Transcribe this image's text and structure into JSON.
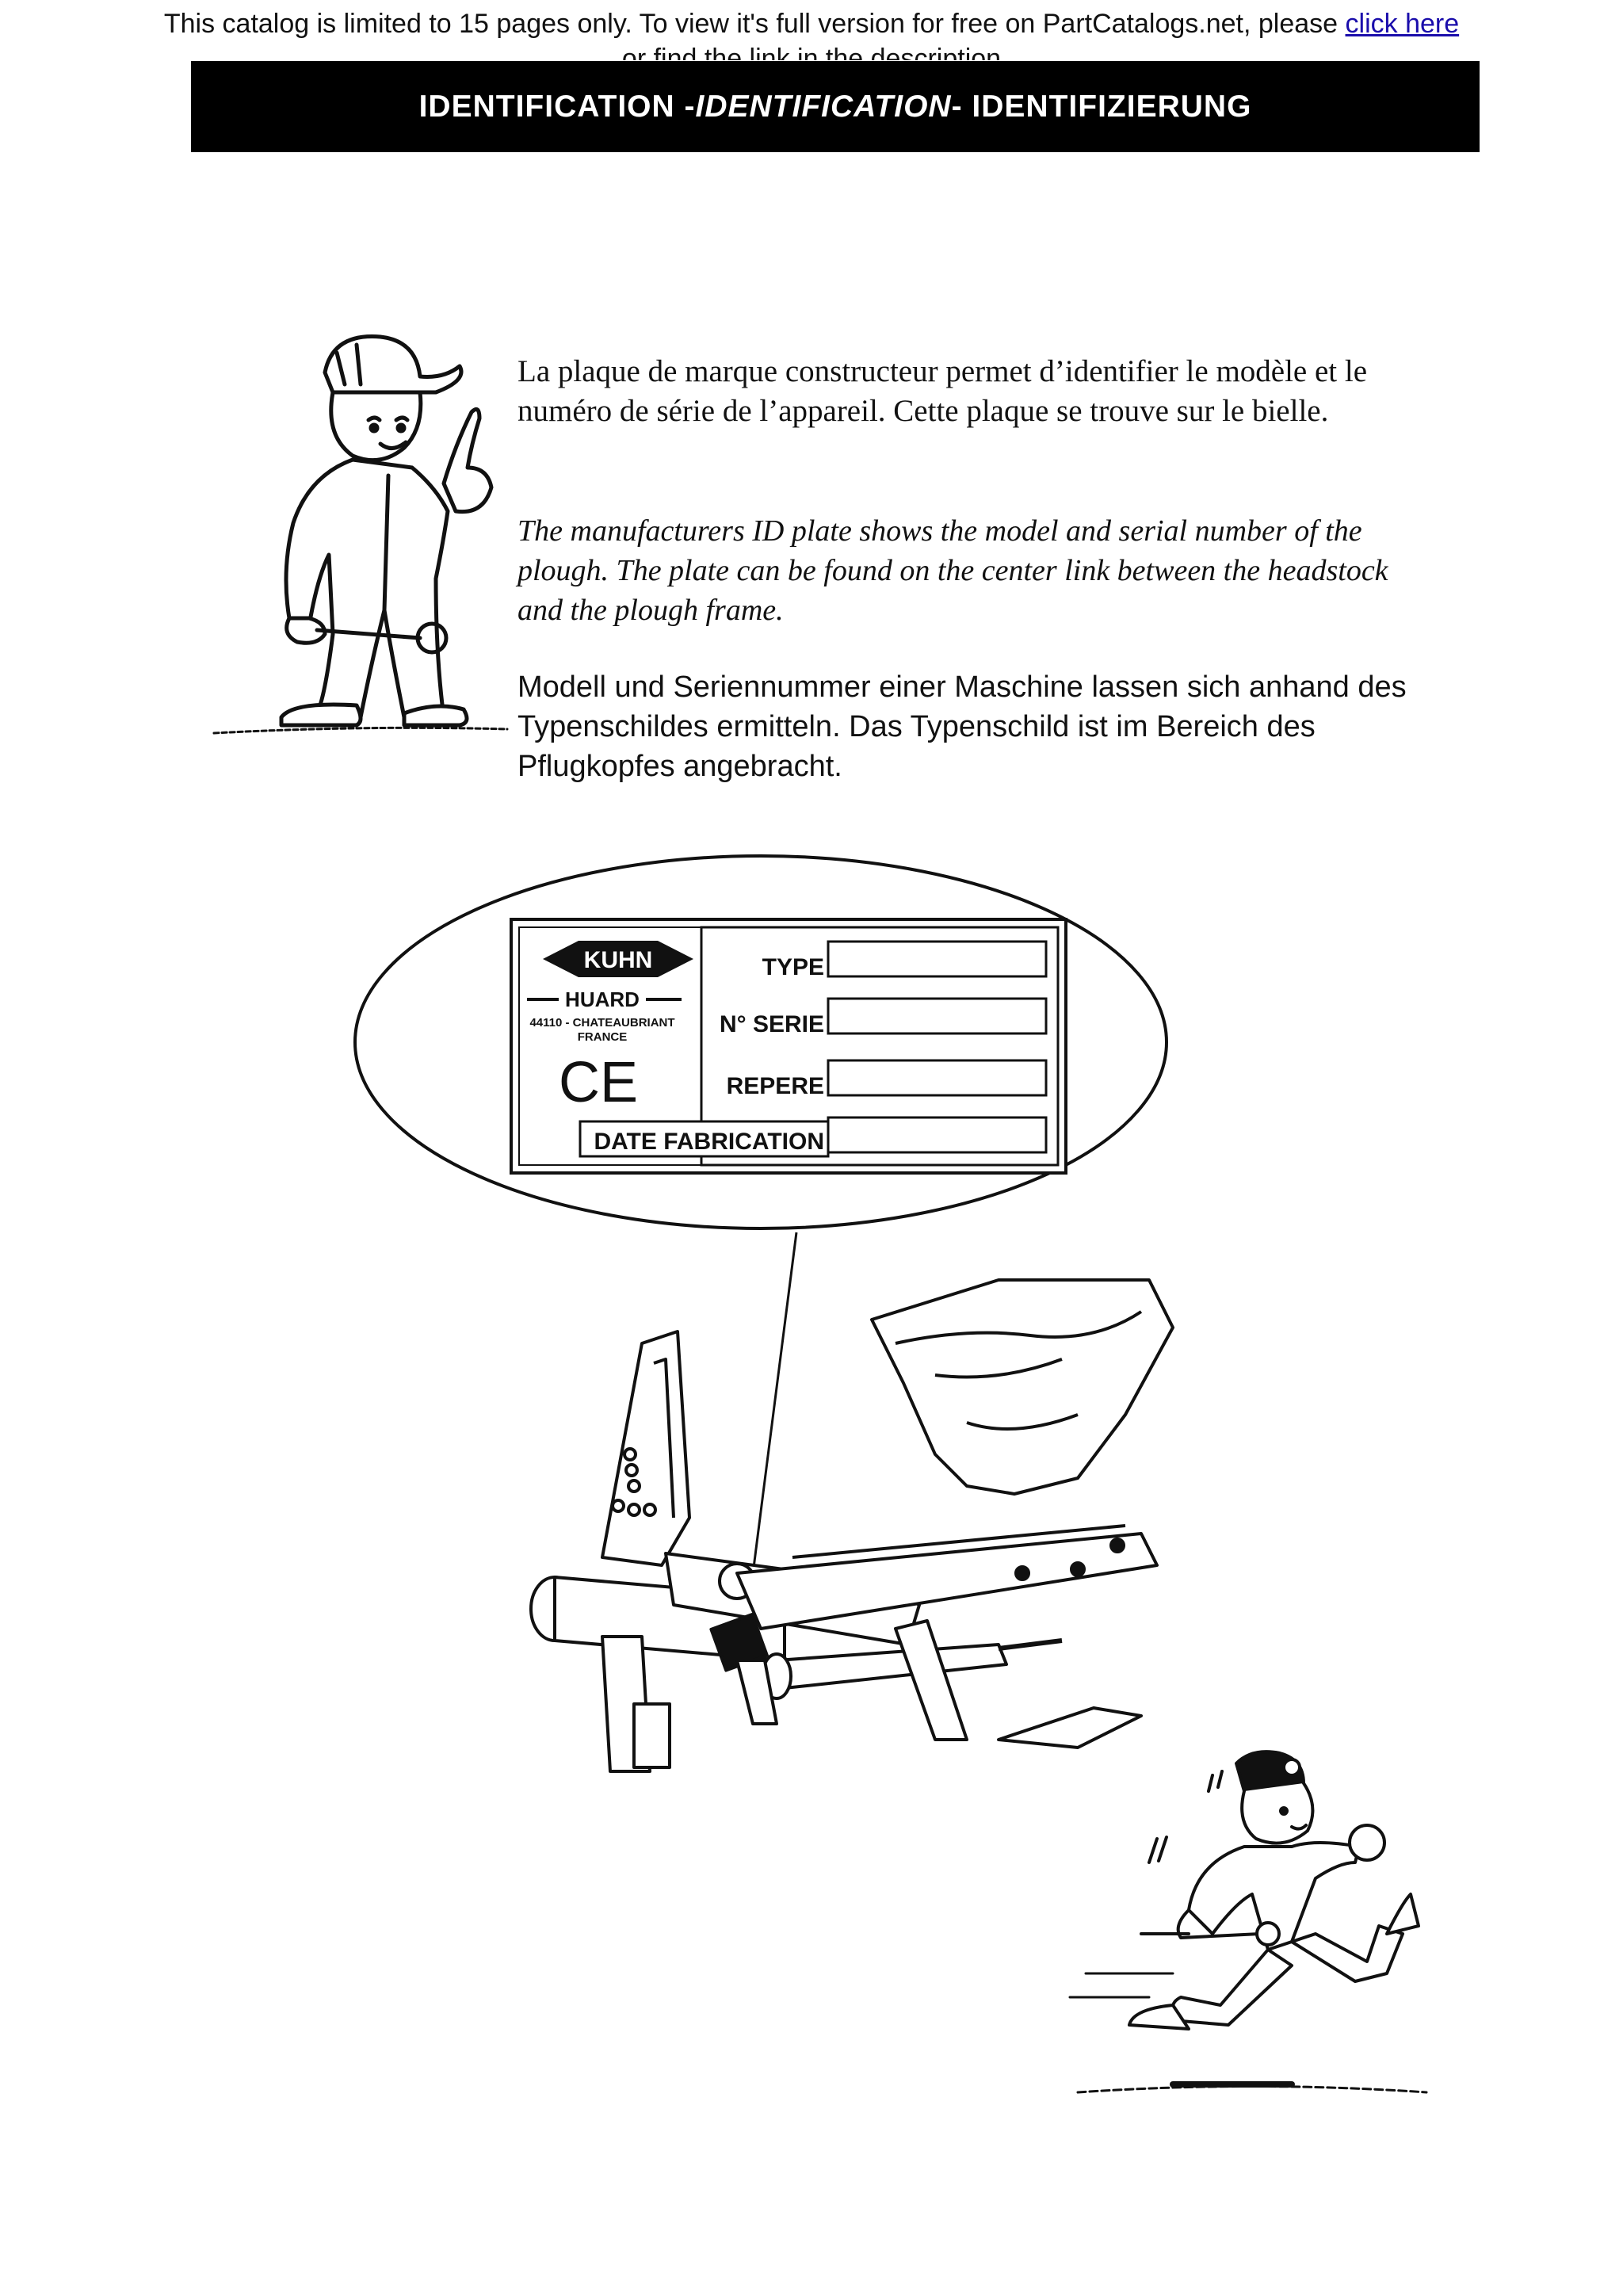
{
  "notice": {
    "text": "This catalog is limited to 15 pages only. To view it's full version for free on PartCatalogs.net, please ",
    "link": "click here",
    "text2": "or find the link in the description"
  },
  "banner": {
    "part1": "IDENTIFICATION - ",
    "part2": "IDENTIFICATION",
    "part3": " - IDENTIFIZIERUNG"
  },
  "paragraphs": {
    "fr": "La plaque de marque constructeur permet d’identifier le modèle et le numéro de série de l’appareil. Cette plaque se trouve sur le bielle.",
    "en": "The manufacturers ID plate shows the model and serial number of the plough. The plate can be found on the center link between the headstock and the plough frame.",
    "de": "Modell und Seriennummer einer Maschine lassen sich anhand des Typenschildes ermitteln. Das Typenschild ist im Bereich des Pflugkopfes angebracht."
  },
  "plate": {
    "brand": "KUHN",
    "sub_brand": "HUARD",
    "address": "44110 - CHATEAUBRIANT",
    "country": "FRANCE",
    "ce": "CE",
    "fields": [
      "TYPE",
      "N° SERIE",
      "REPERE",
      "DATE FABRICATION"
    ]
  }
}
